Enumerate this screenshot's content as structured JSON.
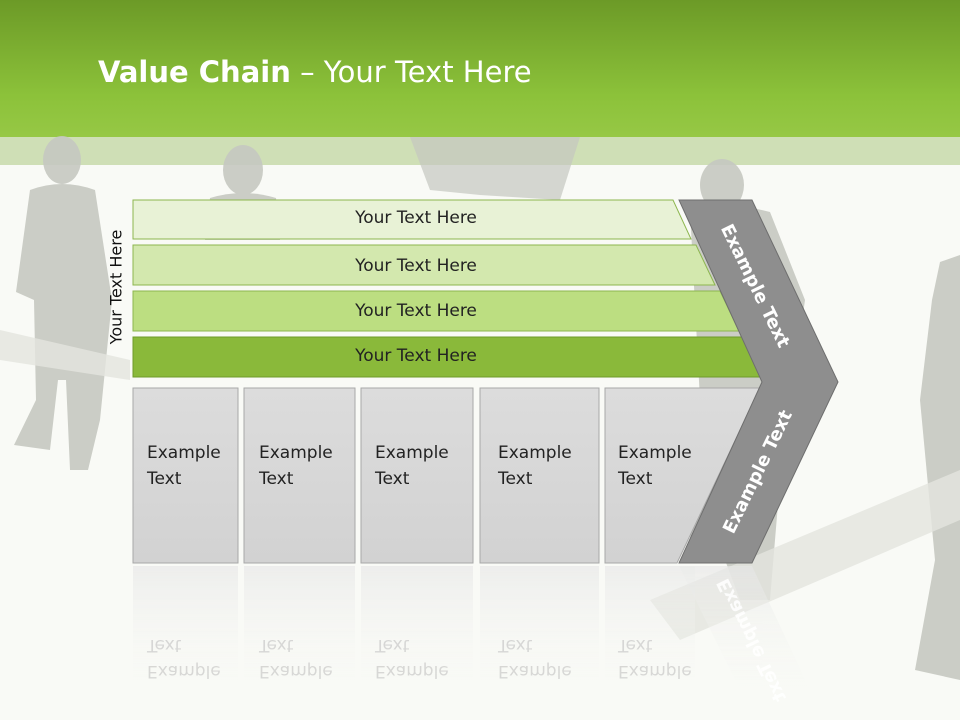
{
  "title": {
    "bold": "Value Chain",
    "rest": " – Your Text Here"
  },
  "side_label": "Your Text Here",
  "bars": [
    {
      "label": "Your Text Here",
      "color": "#e8f2d6"
    },
    {
      "label": "Your Text Here",
      "color": "#d3e8ae"
    },
    {
      "label": "Your Text Here",
      "color": "#bcde81"
    },
    {
      "label": "Your Text Here",
      "color": "#8ab93a"
    }
  ],
  "boxes": [
    {
      "line1": "Example",
      "line2": "Text"
    },
    {
      "line1": "Example",
      "line2": "Text"
    },
    {
      "line1": "Example",
      "line2": "Text"
    },
    {
      "line1": "Example",
      "line2": "Text"
    },
    {
      "line1": "Example",
      "line2": "Text"
    }
  ],
  "chevron": {
    "upper": "Example Text",
    "lower": "Example Text",
    "color": "#8e8e8e"
  },
  "colors": {
    "header": "#8cc23a",
    "box": "#d9d9d9",
    "silhouette": "#c4c6bf"
  }
}
